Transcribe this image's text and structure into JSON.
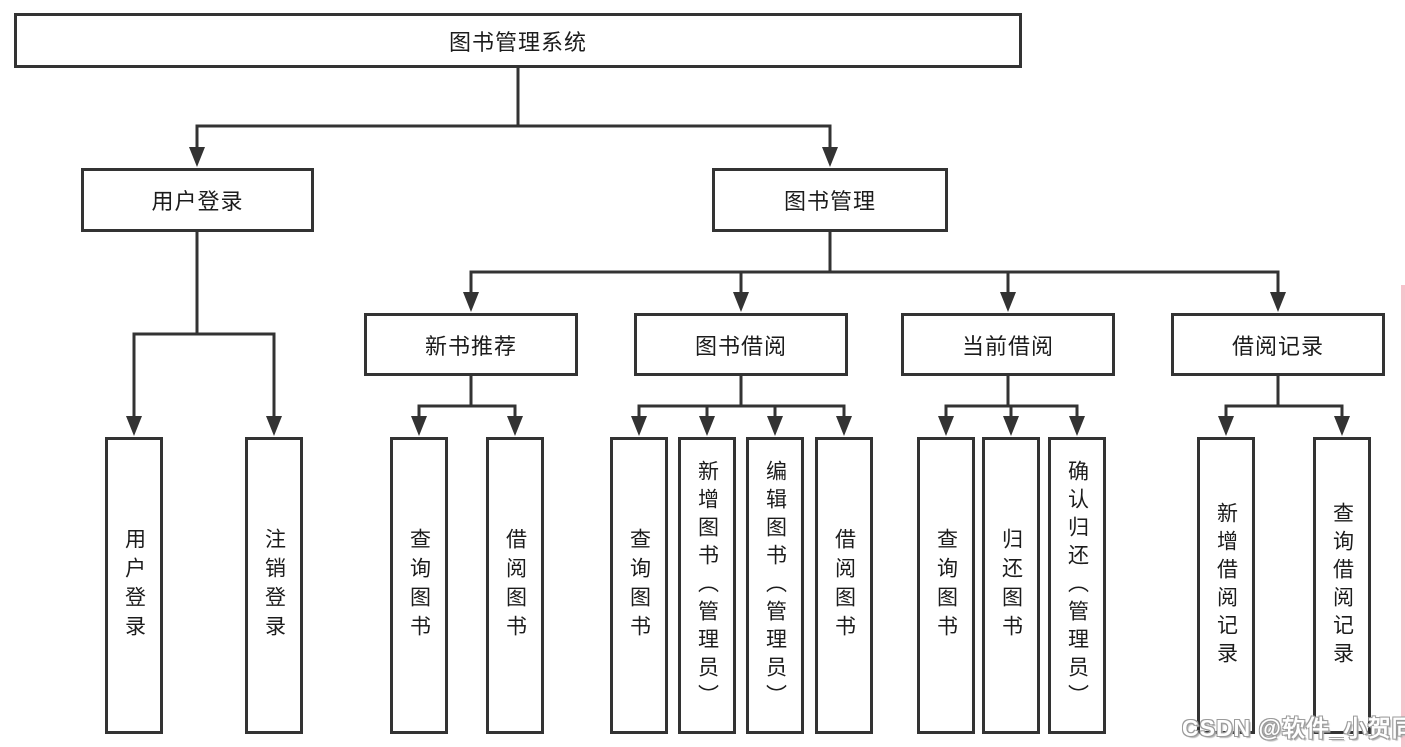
{
  "page": {
    "background": "#ffffff",
    "line_color": "#333333",
    "text_color": "#1c1c1c",
    "right_strip_color": "#f5c3cb"
  },
  "tree": {
    "root": "图书管理系统",
    "branches": [
      {
        "label": "用户登录",
        "children": [
          "用户登录",
          "注销登录"
        ]
      },
      {
        "label": "图书管理",
        "sub": [
          {
            "label": "新书推荐",
            "children": [
              "查询图书",
              "借阅图书"
            ]
          },
          {
            "label": "图书借阅",
            "children": [
              "查询图书",
              "新增图书（管理员）",
              "编辑图书（管理员）",
              "借阅图书"
            ]
          },
          {
            "label": "当前借阅",
            "children": [
              "查询图书",
              "归还图书",
              "确认归还（管理员）"
            ]
          },
          {
            "label": "借阅记录",
            "children": [
              "新增借阅记录",
              "查询借阅记录"
            ]
          }
        ]
      }
    ]
  },
  "watermark": {
    "text": "CSDN @软件_小贺同学",
    "color": "#ffffff",
    "outline_color": "#9b9b9b"
  }
}
